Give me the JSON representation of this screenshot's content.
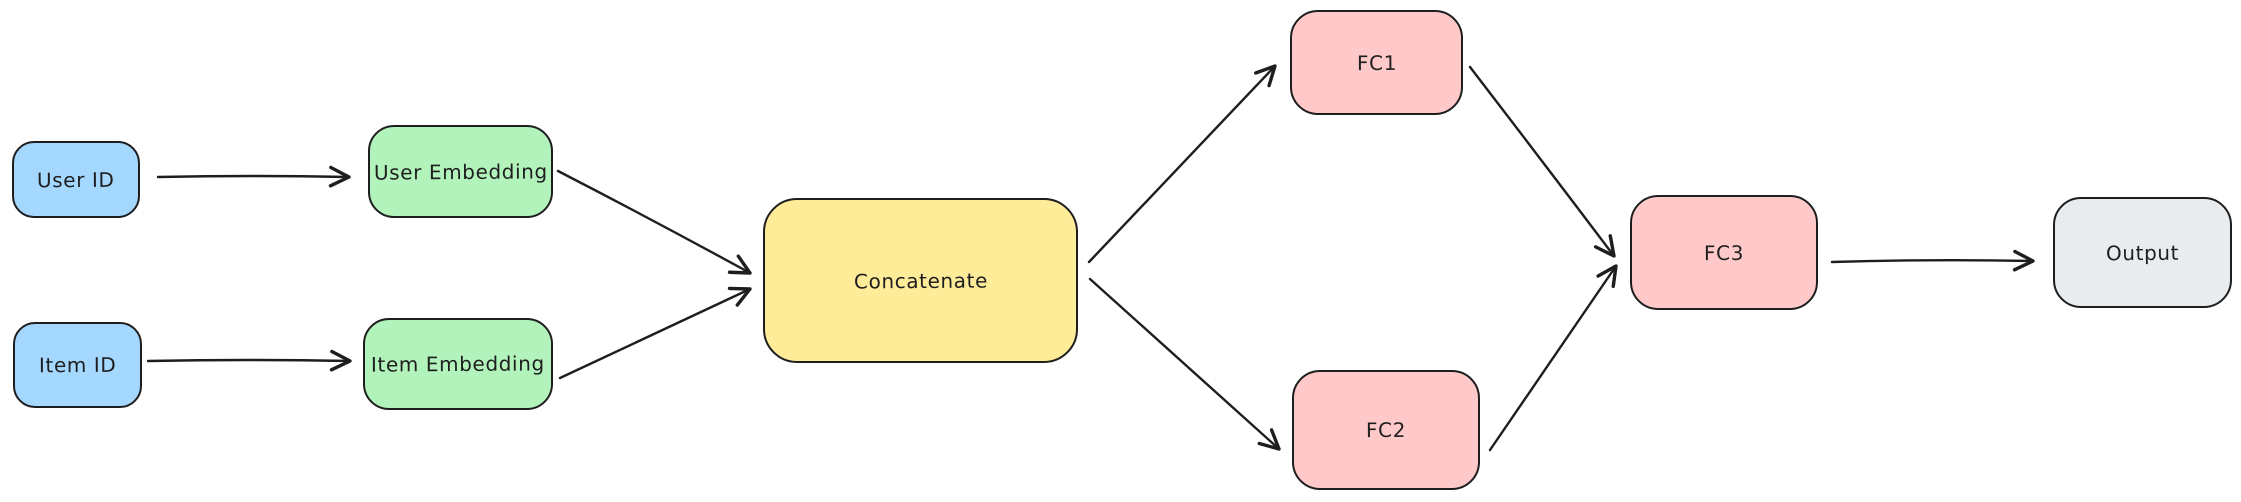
{
  "diagram": {
    "type": "flowchart",
    "style": "hand-drawn-whiteboard",
    "background": "#ffffff",
    "stroke_color": "#1e1e1e"
  },
  "nodes": [
    {
      "id": "user-id",
      "label": "User ID",
      "fill": "#a5d8ff"
    },
    {
      "id": "item-id",
      "label": "Item ID",
      "fill": "#a5d8ff"
    },
    {
      "id": "user-embedding",
      "label": "User Embedding",
      "fill": "#b2f2bb"
    },
    {
      "id": "item-embedding",
      "label": "Item Embedding",
      "fill": "#b2f2bb"
    },
    {
      "id": "concatenate",
      "label": "Concatenate",
      "fill": "#ffec99"
    },
    {
      "id": "fc1",
      "label": "FC1",
      "fill": "#ffc9c9"
    },
    {
      "id": "fc2",
      "label": "FC2",
      "fill": "#ffc9c9"
    },
    {
      "id": "fc3",
      "label": "FC3",
      "fill": "#ffc9c9"
    },
    {
      "id": "output",
      "label": "Output",
      "fill": "#e9ecef"
    }
  ],
  "edges": [
    {
      "from": "user-id",
      "to": "user-embedding"
    },
    {
      "from": "item-id",
      "to": "item-embedding"
    },
    {
      "from": "user-embedding",
      "to": "concatenate"
    },
    {
      "from": "item-embedding",
      "to": "concatenate"
    },
    {
      "from": "concatenate",
      "to": "fc1"
    },
    {
      "from": "concatenate",
      "to": "fc2"
    },
    {
      "from": "fc1",
      "to": "fc3"
    },
    {
      "from": "fc2",
      "to": "fc3"
    },
    {
      "from": "fc3",
      "to": "output"
    }
  ]
}
